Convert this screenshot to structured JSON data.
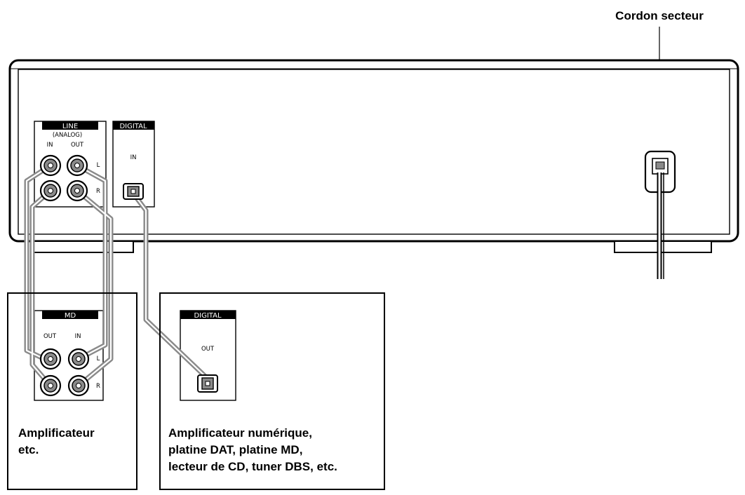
{
  "labels": {
    "power_cord": "Cordon secteur",
    "amplifier_caption": [
      "Amplificateur",
      "etc."
    ],
    "digital_device_caption": [
      "Amplificateur numérique,",
      "platine DAT, platine MD,",
      "lecteur de CD, tuner DBS, etc."
    ]
  },
  "rear_panel": {
    "line_header": "LINE",
    "line_sub": "(ANALOG)",
    "line_in": "IN",
    "line_out": "OUT",
    "ch_left": "L",
    "ch_right": "R",
    "digital_header": "DIGITAL",
    "digital_in": "IN"
  },
  "md_panel": {
    "header": "MD",
    "out": "OUT",
    "in": "IN",
    "ch_left": "L",
    "ch_right": "R"
  },
  "digital_device_panel": {
    "header": "DIGITAL",
    "out": "OUT"
  },
  "colors": {
    "cable": "#8a8a8a",
    "outline": "#000000",
    "tag_background": "#000000"
  }
}
